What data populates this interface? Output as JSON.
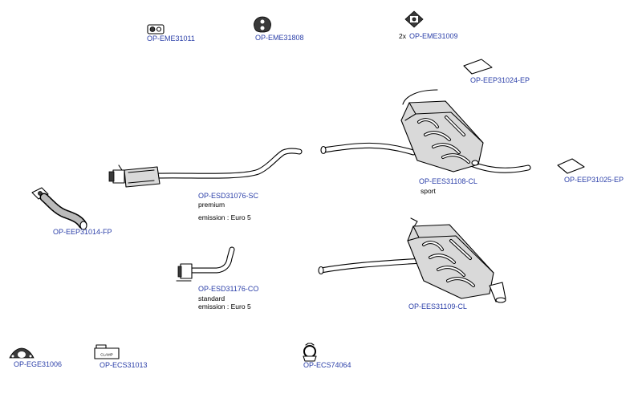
{
  "parts": {
    "eme31011": {
      "code": "OP-EME31011"
    },
    "eme31808": {
      "code": "OP-EME31808"
    },
    "eme31009": {
      "code": "OP-EME31009",
      "qty": "2x"
    },
    "eep31024": {
      "code": "OP-EEP31024-EP"
    },
    "ees31108": {
      "code": "OP-EES31108-CL",
      "note": "sport"
    },
    "eep31025": {
      "code": "OP-EEP31025-EP"
    },
    "esd31076": {
      "code": "OP-ESD31076-SC",
      "variant": "premium",
      "emission": "emission : Euro 5"
    },
    "eep31014": {
      "code": "OP-EEP31014-FP"
    },
    "esd31176": {
      "code": "OP-ESD31176-CO",
      "variant": "standard",
      "emission": "emission : Euro 5"
    },
    "ees31109": {
      "code": "OP-EES31109-CL"
    },
    "ege31006": {
      "code": "OP-EGE31006"
    },
    "ecs31013": {
      "code": "OP-ECS31013",
      "label": "CLAMP"
    },
    "ecs74064": {
      "code": "OP-ECS74064"
    }
  }
}
